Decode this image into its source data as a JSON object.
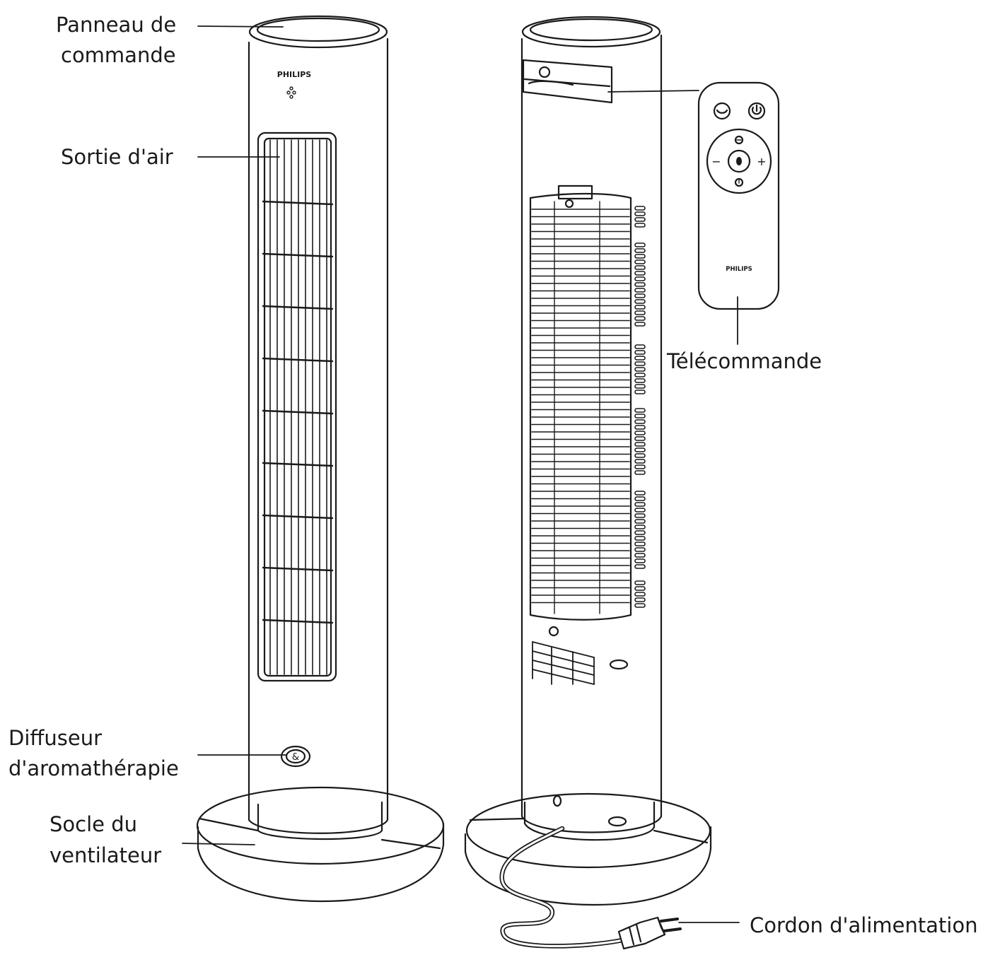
{
  "labels": {
    "control_panel": [
      "Panneau de",
      "commande"
    ],
    "air_outlet": "Sortie d'air",
    "aroma_diffuser": [
      "Diffuseur",
      "d'aromathérapie"
    ],
    "fan_base": [
      "Socle du",
      "ventilateur"
    ],
    "remote_control": "Télécommande",
    "power_cord": "Cordon d'alimentation"
  },
  "brand": {
    "front": "PHILIPS",
    "remote": "PHILIPS"
  },
  "icons": {
    "remote_buttons": [
      "timer-icon",
      "power-icon",
      "mode-icon",
      "minus-icon",
      "fan-speed-icon",
      "plus-icon",
      "swing-icon"
    ],
    "remote_signs": {
      "minus": "−",
      "plus": "+"
    },
    "diffuser_mark": "&"
  },
  "colors": {
    "line": "#1a1a1a",
    "background": "#ffffff"
  }
}
